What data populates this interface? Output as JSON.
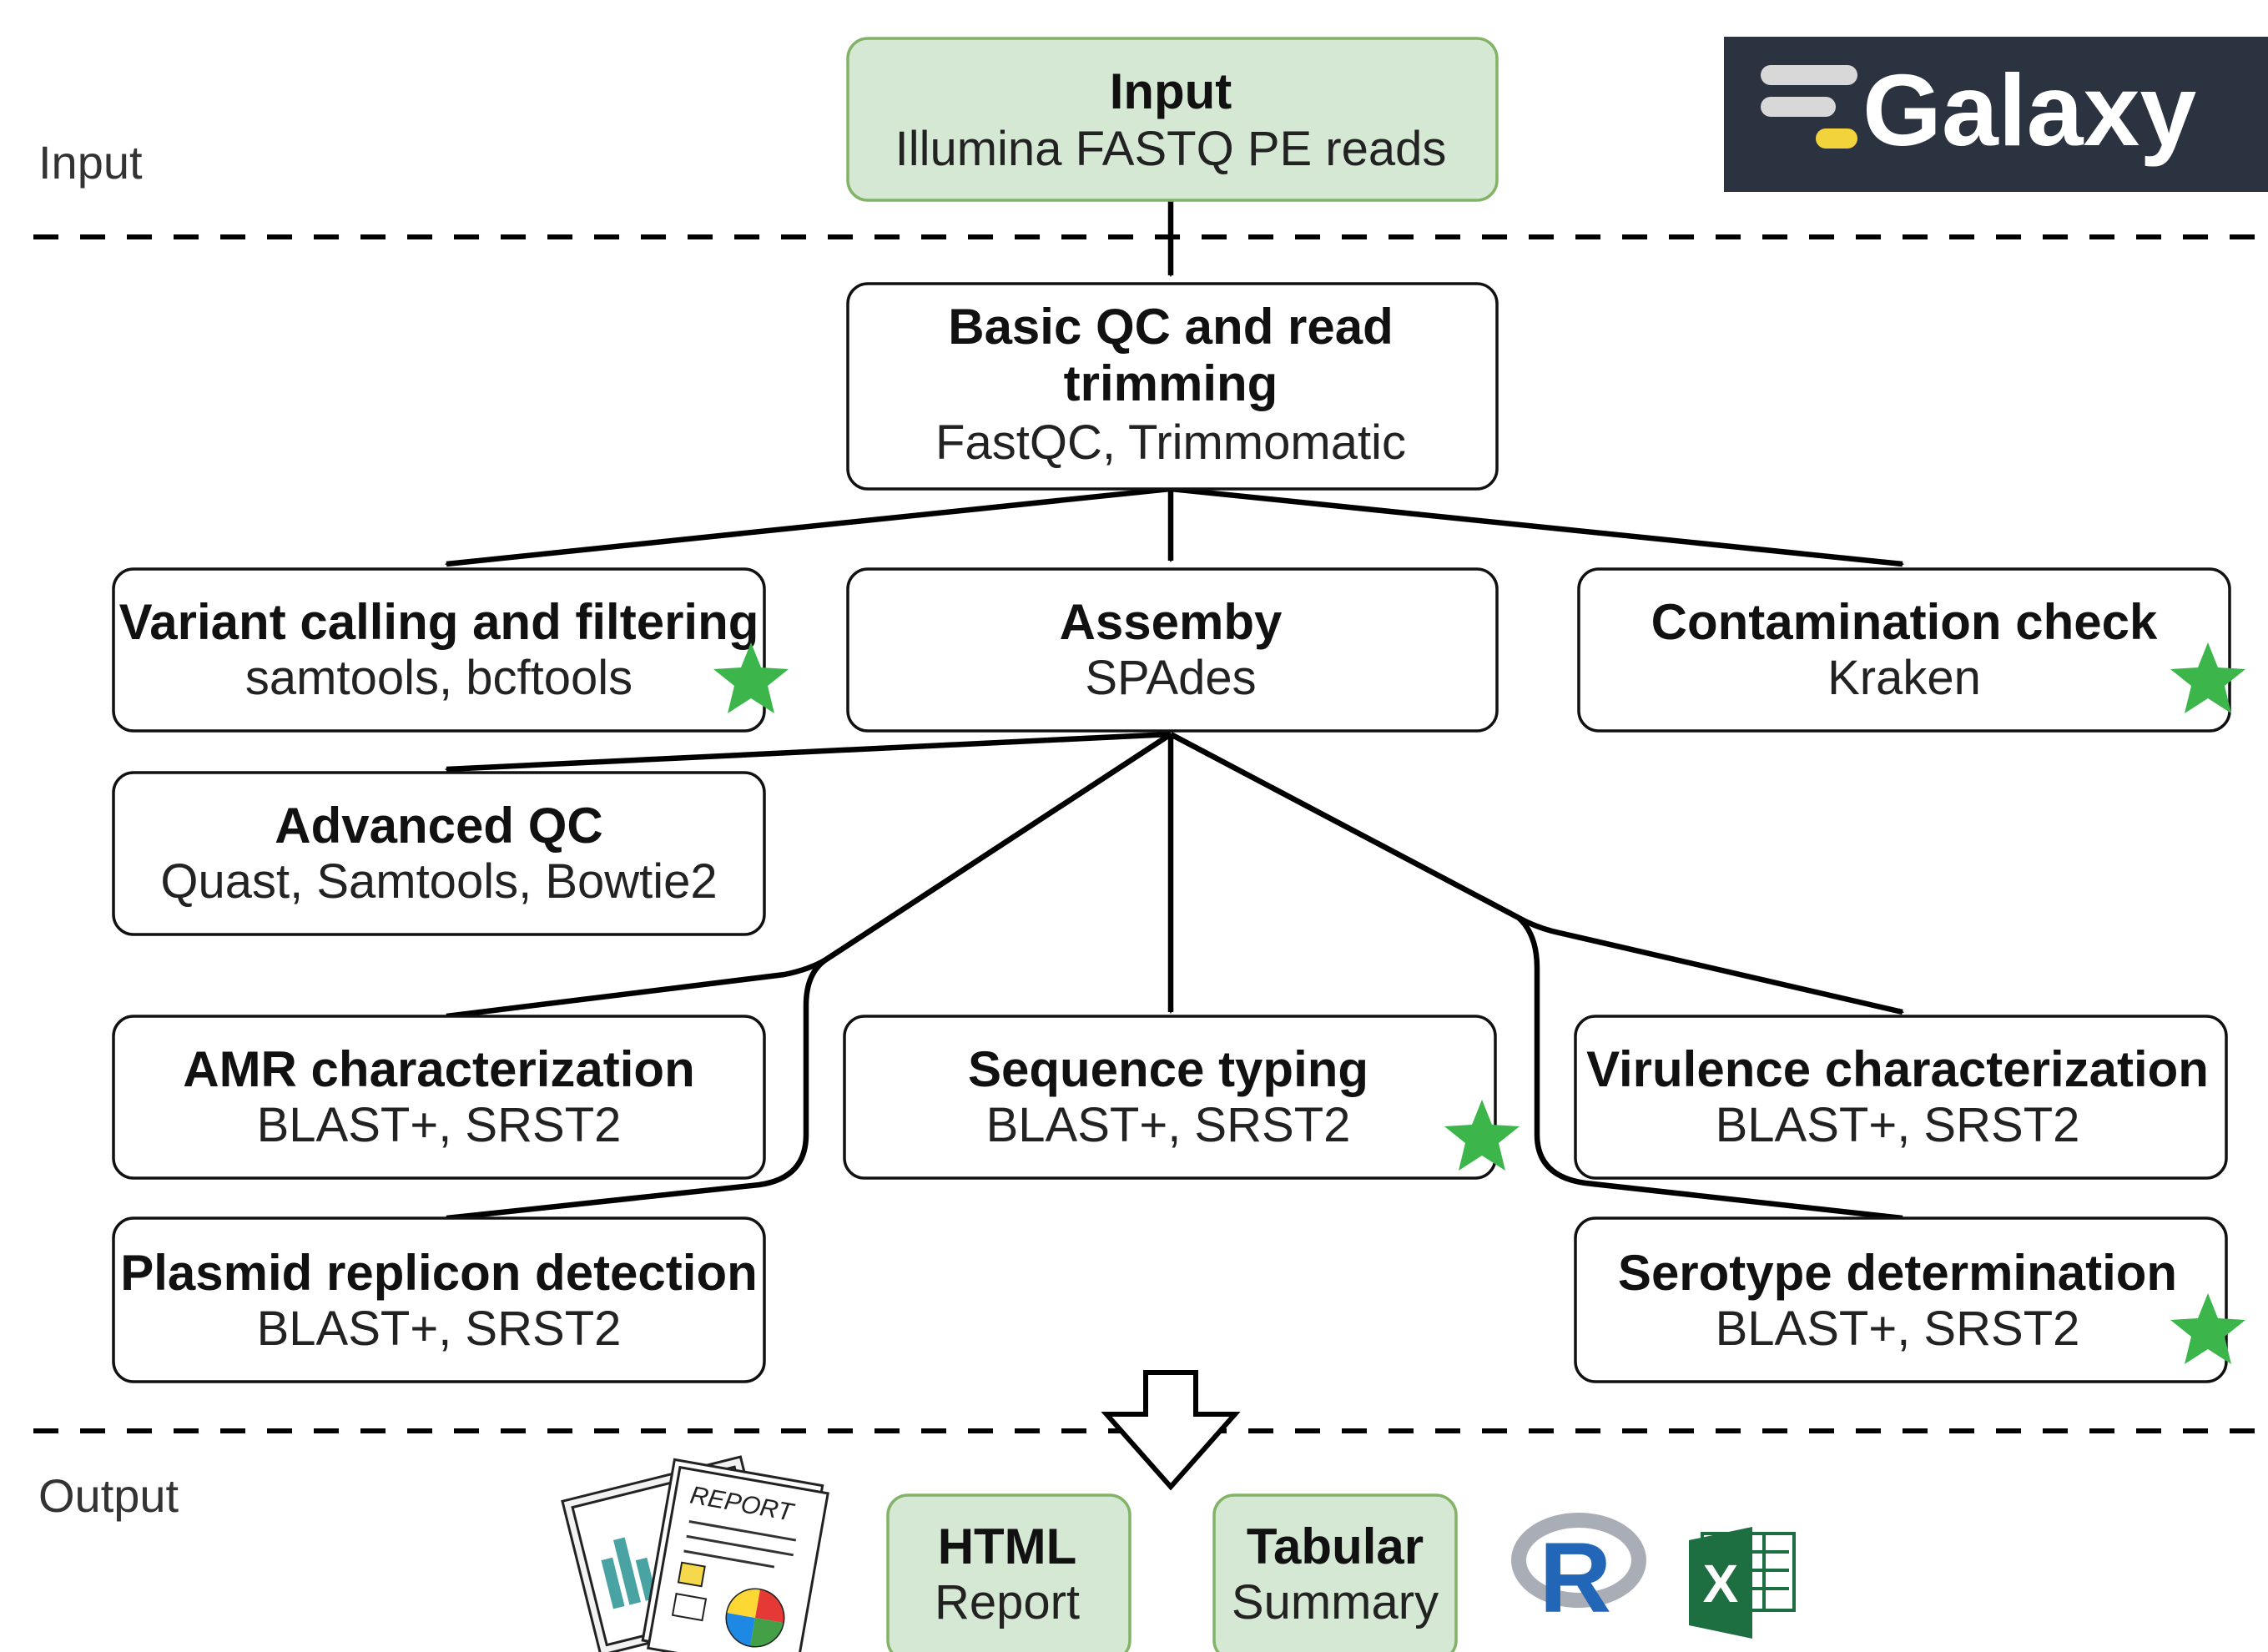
{
  "sections": {
    "input_label": "Input",
    "output_label": "Output"
  },
  "logo": {
    "text": "Galaxy",
    "bg_color": "#2c3340"
  },
  "nodes": {
    "input": {
      "title": "Input",
      "subtitle": "Illumina FASTQ PE reads"
    },
    "qc": {
      "title_line1": "Basic QC and read",
      "title_line2": "trimming",
      "subtitle": "FastQC, Trimmomatic"
    },
    "variant": {
      "title": "Variant calling and filtering",
      "subtitle": "samtools, bcftools"
    },
    "assembly": {
      "title": "Assemby",
      "subtitle": "SPAdes"
    },
    "contamination": {
      "title": "Contamination check",
      "subtitle": "Kraken"
    },
    "advanced_qc": {
      "title": "Advanced QC",
      "subtitle": "Quast, Samtools, Bowtie2"
    },
    "amr": {
      "title": "AMR characterization",
      "subtitle": "BLAST+, SRST2"
    },
    "sequence_typing": {
      "title": "Sequence typing",
      "subtitle": "BLAST+, SRST2"
    },
    "virulence": {
      "title": "Virulence characterization",
      "subtitle": "BLAST+, SRST2"
    },
    "plasmid": {
      "title": "Plasmid replicon detection",
      "subtitle": "BLAST+, SRST2"
    },
    "serotype": {
      "title": "Serotype determination",
      "subtitle": "BLAST+, SRST2"
    }
  },
  "outputs": {
    "html_report": {
      "line1": "HTML",
      "line2": "Report"
    },
    "tabular_summary": {
      "line1": "Tabular",
      "line2": "Summary"
    },
    "report_icon_text": "REPORT",
    "r_icon_letter": "R",
    "excel_icon_letter": "X"
  },
  "colors": {
    "green_box_fill": "#d5e8d4",
    "green_box_stroke": "#82b366",
    "star": "#3cb54a",
    "excel": "#1d6f42",
    "r_blue": "#2266b8"
  }
}
